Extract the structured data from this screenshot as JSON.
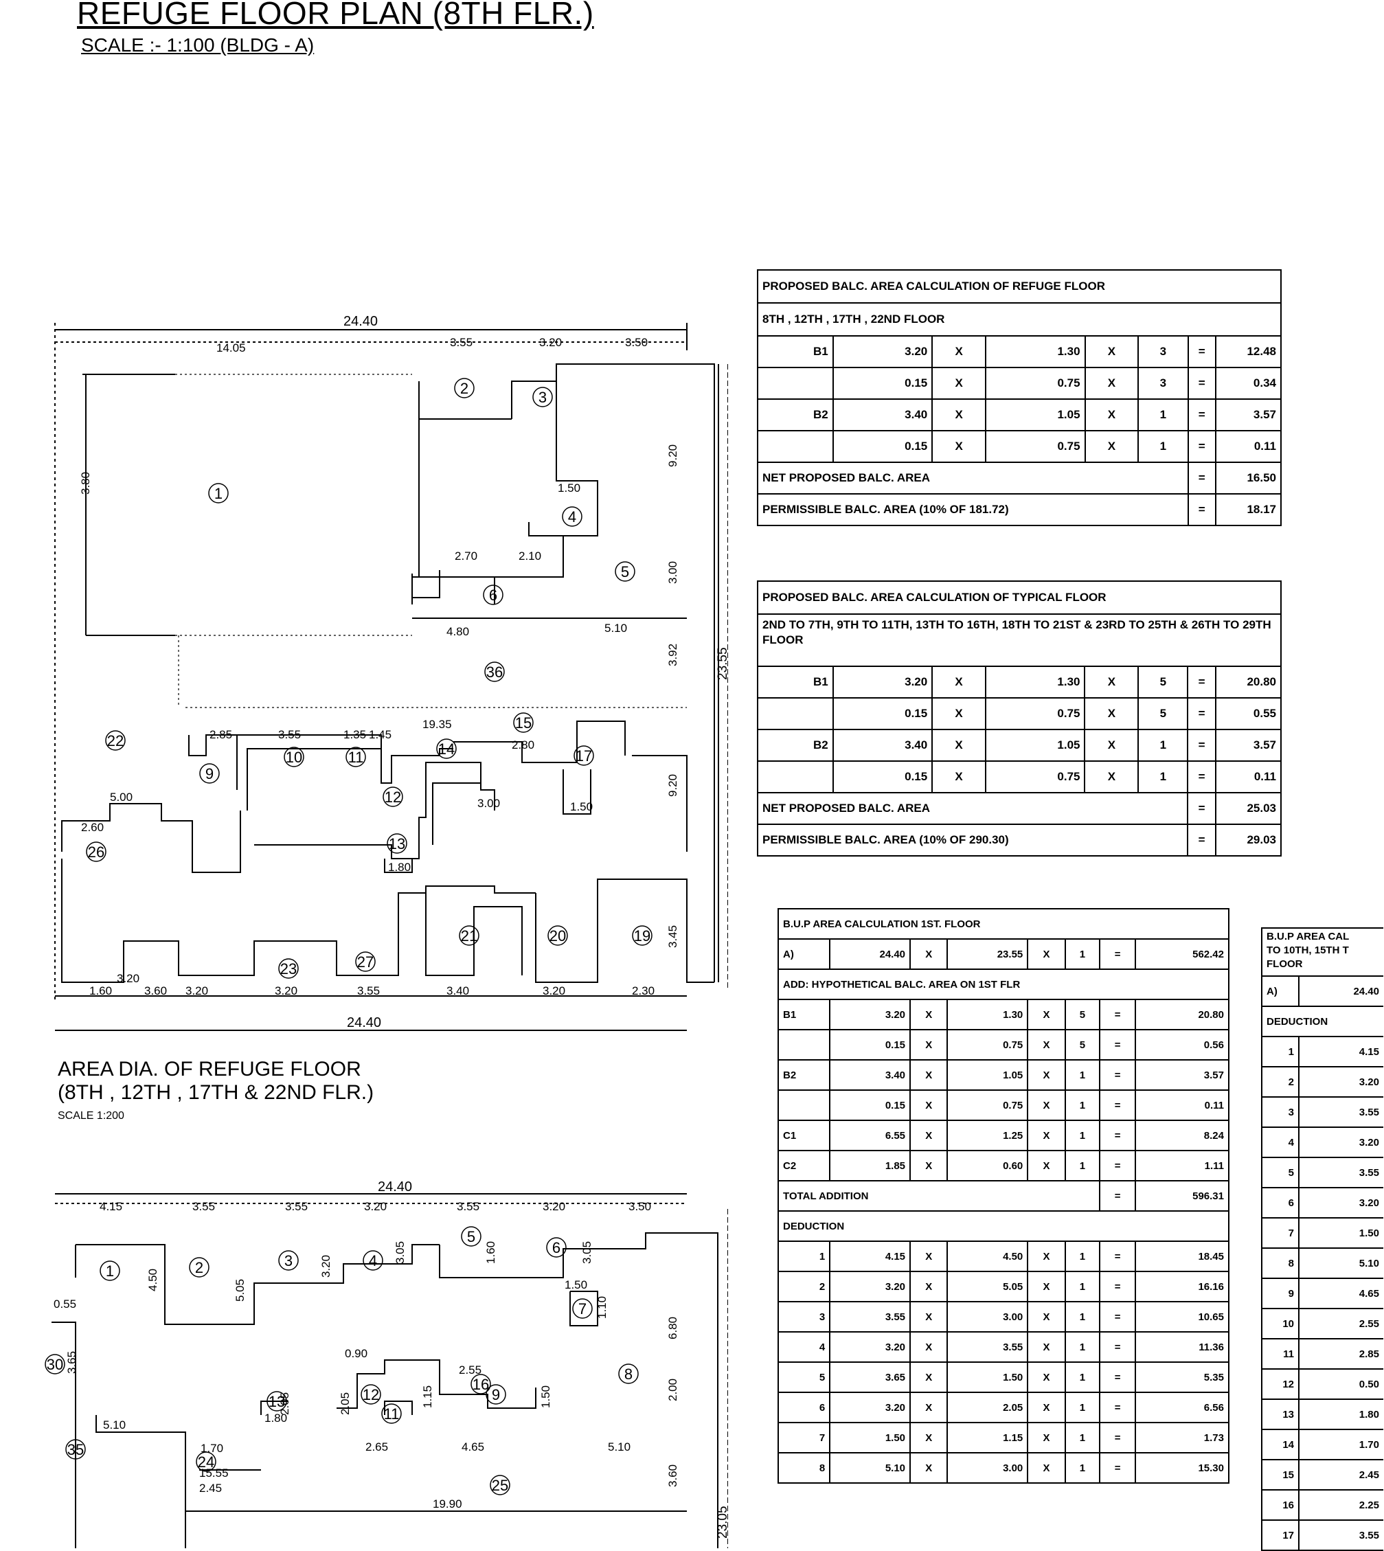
{
  "header": {
    "title": "REFUGE FLOOR PLAN (8TH FLR.)",
    "scale": "SCALE :- 1:100 (BLDG - A)"
  },
  "plan1": {
    "dims_top": [
      "24.40",
      "14.05",
      "3.55",
      "3.20",
      "3.50"
    ],
    "dims_bottom": [
      "24.40"
    ],
    "dims_right": [
      "23.55"
    ],
    "dims_left": [
      "3.80"
    ],
    "dims_inner": [
      "2.70",
      "2.10",
      "4.80",
      "5.10",
      "1.50",
      "19.35",
      "2.85",
      "3.55",
      "1.35",
      "1.45",
      "2.80",
      "3.00",
      "1.50",
      "5.00",
      "2.60",
      "1.80",
      "1.60",
      "3.20",
      "3.20",
      "3.55",
      "3.40",
      "3.20",
      "2.30",
      "3.20",
      "3.60",
      "9.20",
      "3.00",
      "3.92",
      "9.20",
      "3.45"
    ],
    "zones": [
      "1",
      "2",
      "3",
      "4",
      "5",
      "6",
      "9",
      "10",
      "11",
      "12",
      "13",
      "14",
      "15",
      "17",
      "19",
      "20",
      "21",
      "22",
      "23",
      "26",
      "27",
      "36"
    ]
  },
  "plan2": {
    "title_line1": "AREA DIA. OF REFUGE FLOOR",
    "title_line2": "(8TH , 12TH , 17TH & 22ND FLR.)",
    "title_scale": "SCALE 1:200",
    "dims_top": [
      "24.40",
      "4.15",
      "3.55",
      "3.55",
      "3.20",
      "3.55",
      "3.20",
      "3.50"
    ],
    "dims_right": [
      "23.05"
    ],
    "dims_inner": [
      "4.50",
      "0.55",
      "5.05",
      "3.20",
      "3.05",
      "1.60",
      "3.05",
      "1.50",
      "1.10",
      "6.80",
      "0.90",
      "2.55",
      "1.80",
      "2.05",
      "2.05",
      "1.15",
      "1.50",
      "2.00",
      "5.10",
      "2.65",
      "4.65",
      "5.10",
      "1.70",
      "15.55",
      "2.45",
      "19.90",
      "3.60",
      "3.65"
    ],
    "zones": [
      "1",
      "2",
      "3",
      "4",
      "5",
      "6",
      "7",
      "8",
      "9",
      "11",
      "12",
      "13",
      "16",
      "24",
      "25",
      "30",
      "35"
    ]
  },
  "table_refuge": {
    "title": "PROPOSED BALC. AREA CALCULATION OF REFUGE FLOOR",
    "floors": "8TH , 12TH , 17TH , 22ND FLOOR",
    "rows": [
      {
        "label": "B1",
        "a": "3.20",
        "op1": "X",
        "b": "1.30",
        "op2": "X",
        "n": "3",
        "eq": "=",
        "r": "12.48"
      },
      {
        "label": "",
        "a": "0.15",
        "op1": "X",
        "b": "0.75",
        "op2": "X",
        "n": "3",
        "eq": "=",
        "r": "0.34"
      },
      {
        "label": "B2",
        "a": "3.40",
        "op1": "X",
        "b": "1.05",
        "op2": "X",
        "n": "1",
        "eq": "=",
        "r": "3.57"
      },
      {
        "label": "",
        "a": "0.15",
        "op1": "X",
        "b": "0.75",
        "op2": "X",
        "n": "1",
        "eq": "=",
        "r": "0.11"
      }
    ],
    "net_label": "NET PROPOSED BALC. AREA",
    "net_eq": "=",
    "net_value": "16.50",
    "perm_label": "PERMISSIBLE BALC. AREA (10% OF 181.72)",
    "perm_eq": "=",
    "perm_value": "18.17"
  },
  "table_typical": {
    "title": "PROPOSED BALC. AREA CALCULATION OF TYPICAL FLOOR",
    "floors": "2ND TO 7TH, 9TH TO 11TH, 13TH TO 16TH, 18TH TO 21ST & 23RD TO 25TH & 26TH TO 29TH FLOOR",
    "rows": [
      {
        "label": "B1",
        "a": "3.20",
        "op1": "X",
        "b": "1.30",
        "op2": "X",
        "n": "5",
        "eq": "=",
        "r": "20.80"
      },
      {
        "label": "",
        "a": "0.15",
        "op1": "X",
        "b": "0.75",
        "op2": "X",
        "n": "5",
        "eq": "=",
        "r": "0.55"
      },
      {
        "label": "B2",
        "a": "3.40",
        "op1": "X",
        "b": "1.05",
        "op2": "X",
        "n": "1",
        "eq": "=",
        "r": "3.57"
      },
      {
        "label": "",
        "a": "0.15",
        "op1": "X",
        "b": "0.75",
        "op2": "X",
        "n": "1",
        "eq": "=",
        "r": "0.11"
      }
    ],
    "net_label": "NET PROPOSED BALC. AREA",
    "net_eq": "=",
    "net_value": "25.03",
    "perm_label": "PERMISSIBLE BALC. AREA (10% OF 290.30)",
    "perm_eq": "=",
    "perm_value": "29.03"
  },
  "table_bup1": {
    "title": "B.U.P AREA CALCULATION 1ST. FLOOR",
    "main_row": {
      "label": "A)",
      "a": "24.40",
      "op1": "X",
      "b": "23.55",
      "op2": "X",
      "n": "1",
      "eq": "=",
      "r": "562.42"
    },
    "add_label": "ADD: HYPOTHETICAL BALC. AREA ON 1ST FLR",
    "add_rows": [
      {
        "label": "B1",
        "a": "3.20",
        "op1": "X",
        "b": "1.30",
        "op2": "X",
        "n": "5",
        "eq": "=",
        "r": "20.80"
      },
      {
        "label": "",
        "a": "0.15",
        "op1": "X",
        "b": "0.75",
        "op2": "X",
        "n": "5",
        "eq": "=",
        "r": "0.56"
      },
      {
        "label": "B2",
        "a": "3.40",
        "op1": "X",
        "b": "1.05",
        "op2": "X",
        "n": "1",
        "eq": "=",
        "r": "3.57"
      },
      {
        "label": "",
        "a": "0.15",
        "op1": "X",
        "b": "0.75",
        "op2": "X",
        "n": "1",
        "eq": "=",
        "r": "0.11"
      },
      {
        "label": "C1",
        "a": "6.55",
        "op1": "X",
        "b": "1.25",
        "op2": "X",
        "n": "1",
        "eq": "=",
        "r": "8.24"
      },
      {
        "label": "C2",
        "a": "1.85",
        "op1": "X",
        "b": "0.60",
        "op2": "X",
        "n": "1",
        "eq": "=",
        "r": "1.11"
      }
    ],
    "total_label": "TOTAL ADDITION",
    "total_eq": "=",
    "total_value": "596.31",
    "ded_label": "DEDUCTION",
    "ded_rows": [
      {
        "label": "1",
        "a": "4.15",
        "op1": "X",
        "b": "4.50",
        "op2": "X",
        "n": "1",
        "eq": "=",
        "r": "18.45"
      },
      {
        "label": "2",
        "a": "3.20",
        "op1": "X",
        "b": "5.05",
        "op2": "X",
        "n": "1",
        "eq": "=",
        "r": "16.16"
      },
      {
        "label": "3",
        "a": "3.55",
        "op1": "X",
        "b": "3.00",
        "op2": "X",
        "n": "1",
        "eq": "=",
        "r": "10.65"
      },
      {
        "label": "4",
        "a": "3.20",
        "op1": "X",
        "b": "3.55",
        "op2": "X",
        "n": "1",
        "eq": "=",
        "r": "11.36"
      },
      {
        "label": "5",
        "a": "3.65",
        "op1": "X",
        "b": "1.50",
        "op2": "X",
        "n": "1",
        "eq": "=",
        "r": "5.35"
      },
      {
        "label": "6",
        "a": "3.20",
        "op1": "X",
        "b": "2.05",
        "op2": "X",
        "n": "1",
        "eq": "=",
        "r": "6.56"
      },
      {
        "label": "7",
        "a": "1.50",
        "op1": "X",
        "b": "1.15",
        "op2": "X",
        "n": "1",
        "eq": "=",
        "r": "1.73"
      },
      {
        "label": "8",
        "a": "5.10",
        "op1": "X",
        "b": "3.00",
        "op2": "X",
        "n": "1",
        "eq": "=",
        "r": "15.30"
      }
    ]
  },
  "table_bup2": {
    "title": "B.U.P AREA CAL",
    "sub": "TO 10TH, 15TH T",
    "sub2": "FLOOR",
    "main_row": {
      "label": "A)",
      "a": "24.40"
    },
    "ded_label": "DEDUCTION",
    "rows": [
      {
        "label": "1",
        "a": "4.15"
      },
      {
        "label": "2",
        "a": "3.20"
      },
      {
        "label": "3",
        "a": "3.55"
      },
      {
        "label": "4",
        "a": "3.20"
      },
      {
        "label": "5",
        "a": "3.55"
      },
      {
        "label": "6",
        "a": "3.20"
      },
      {
        "label": "7",
        "a": "1.50"
      },
      {
        "label": "8",
        "a": "5.10"
      },
      {
        "label": "9",
        "a": "4.65"
      },
      {
        "label": "10",
        "a": "2.55"
      },
      {
        "label": "11",
        "a": "2.85"
      },
      {
        "label": "12",
        "a": "0.50"
      },
      {
        "label": "13",
        "a": "1.80"
      },
      {
        "label": "14",
        "a": "1.70"
      },
      {
        "label": "15",
        "a": "2.45"
      },
      {
        "label": "16",
        "a": "2.25"
      },
      {
        "label": "17",
        "a": "3.55"
      }
    ]
  }
}
